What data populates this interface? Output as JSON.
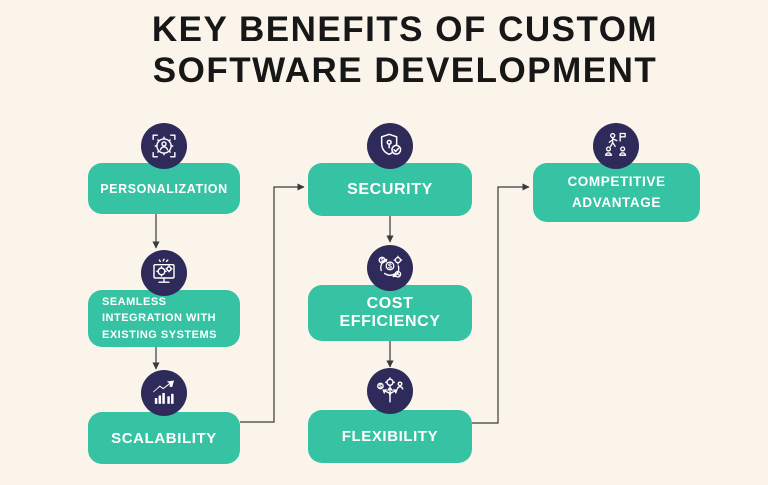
{
  "title": {
    "line1": "KEY BENEFITS OF CUSTOM",
    "line2": "SOFTWARE DEVELOPMENT"
  },
  "colors": {
    "background": "#faf4eb",
    "benefit_box": "#36c3a3",
    "icon_circle": "#2e2b5a",
    "title_text": "#171717",
    "box_text": "#ffffff",
    "connector_line": "#3a3a3a"
  },
  "nodes": [
    {
      "label": "PERSONALIZATION",
      "icon": "person-gear-focus-icon"
    },
    {
      "label": "SEAMLESS INTEGRATION WITH EXISTING SYSTEMS",
      "icon": "monitor-gears-icon"
    },
    {
      "label": "SCALABILITY",
      "icon": "growth-bar-chart-icon"
    },
    {
      "label": "SECURITY",
      "icon": "shield-check-icon"
    },
    {
      "label": "COST EFFICIENCY",
      "icon": "money-hand-cycle-icon"
    },
    {
      "label": "FLEXIBILITY",
      "icon": "branching-arrows-icon"
    },
    {
      "label": "COMPETITIVE ADVANTAGE",
      "icon": "leader-flag-podium-icon"
    }
  ],
  "flow": [
    "PERSONALIZATION -> SEAMLESS INTEGRATION WITH EXISTING SYSTEMS",
    "SEAMLESS INTEGRATION WITH EXISTING SYSTEMS -> SCALABILITY",
    "SCALABILITY -> SECURITY",
    "SECURITY -> COST EFFICIENCY",
    "COST EFFICIENCY -> FLEXIBILITY",
    "FLEXIBILITY -> COMPETITIVE ADVANTAGE"
  ]
}
